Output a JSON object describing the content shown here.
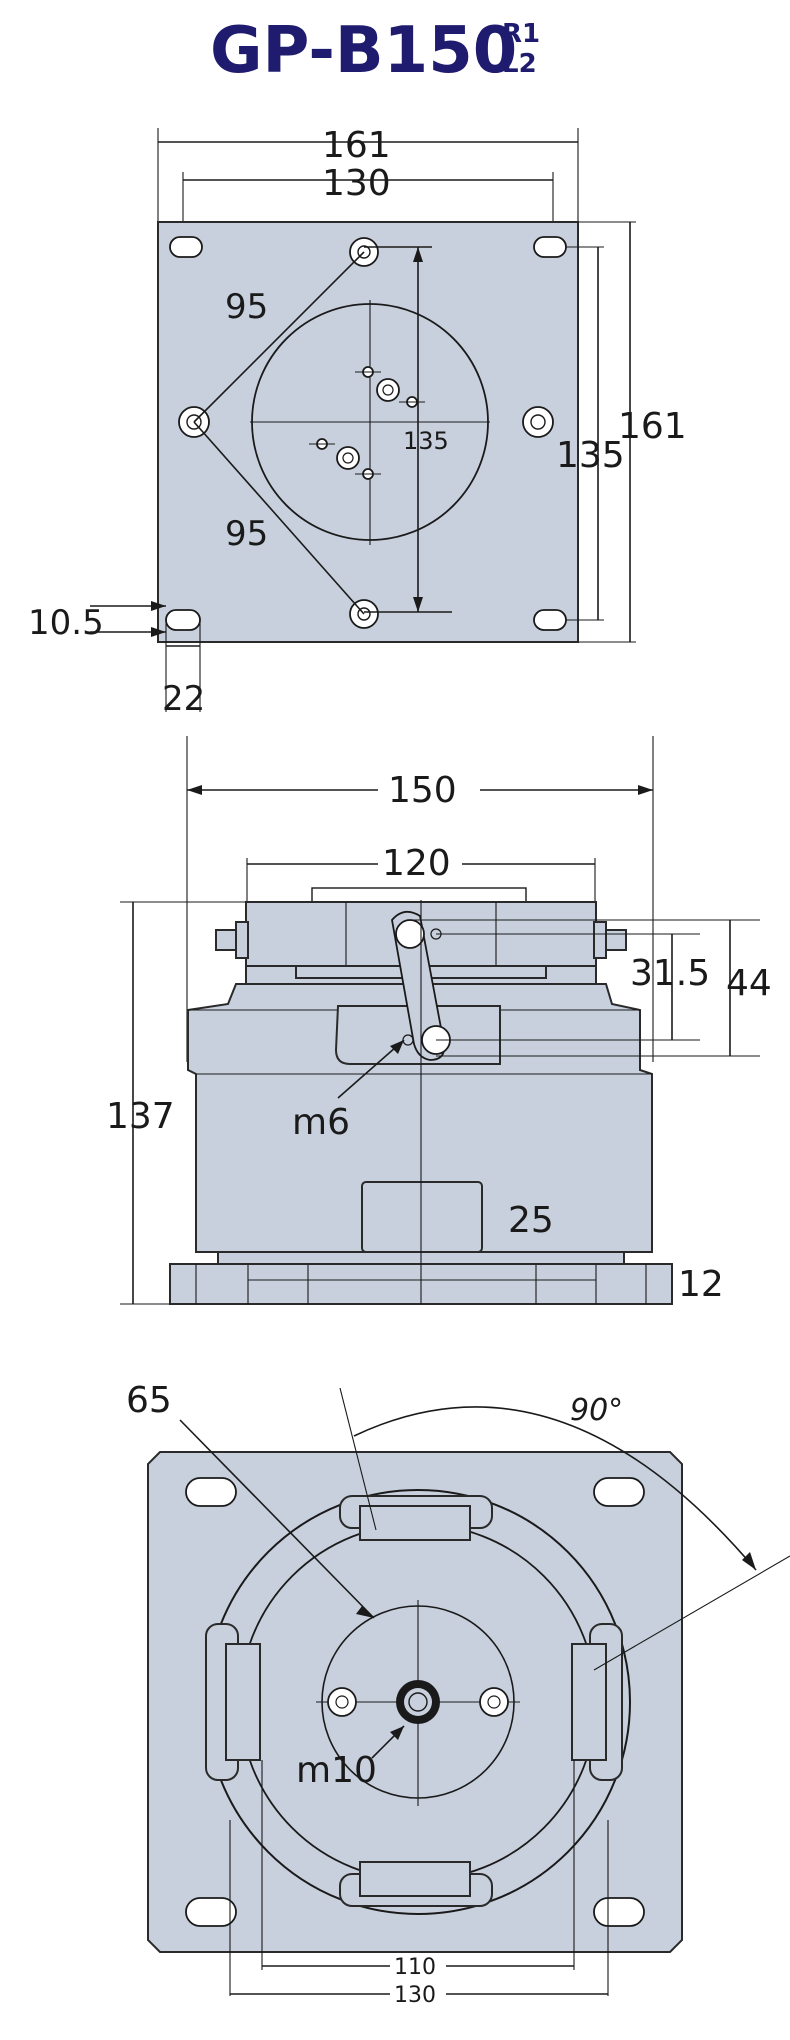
{
  "title": {
    "model": "GP-B150",
    "sup": "R1",
    "sub": "L2",
    "color": "#1f1b6e"
  },
  "top_view": {
    "width_outer": "161",
    "width_inner": "130",
    "height_outer": "161",
    "height_inner": "135",
    "center_dim": "135",
    "diag_upper": "95",
    "diag_lower": "95",
    "slot_offset": "10.5",
    "slot_length": "22"
  },
  "side_view": {
    "width_outer": "150",
    "width_inner": "120",
    "height_total": "137",
    "dim_315": "31.5",
    "dim_44": "44",
    "thread": "m6",
    "dim_25": "25",
    "dim_12": "12"
  },
  "bottom_view": {
    "diameter": "65",
    "thread": "m10",
    "angle": "90°",
    "width_inner": "110",
    "width_outer": "130"
  },
  "colors": {
    "body": "#c8d0dd",
    "line": "#1a1a1a"
  }
}
